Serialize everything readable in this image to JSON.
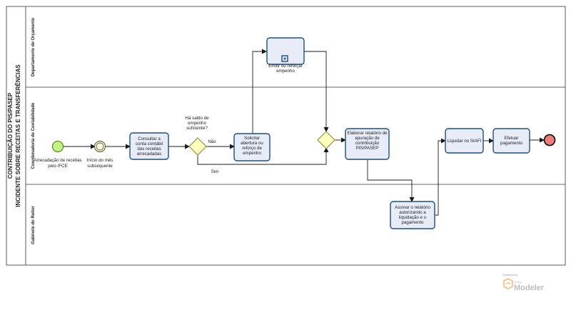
{
  "pool": {
    "title_line1": "CONTRIBUIÇÃO DO PIS/PASEP",
    "title_line2": "INCIDENTE SOBRE RECEITAS E TRANSFERÊNCIAS"
  },
  "lanes": [
    "Departamento de Orçamento",
    "Coordenadoria de Contabilidade",
    "Gabinete do Reitor"
  ],
  "events": {
    "start": [
      "Arrecadação de receitas",
      "pelo IFCE"
    ],
    "timer": [
      "Início do mês",
      "subsequente"
    ]
  },
  "tasks": {
    "consultar": [
      "Consultar a",
      "conta contábil",
      "das receitas",
      "arrecadadas"
    ],
    "solicitar": [
      "Solicitar",
      "abertura ou",
      "reforço de",
      "empenho"
    ],
    "emitir": [
      "Emitir ou reforçar",
      "empenho"
    ],
    "elaborar": [
      "Elaborar relatório de",
      "apuração de",
      "contribuição",
      "PIS/PASEP"
    ],
    "assinar": [
      "Assinar o relatório",
      "autorizando a",
      "liquidação e o",
      "pagamento"
    ],
    "liquidar": [
      "Liquidar no SIAFI"
    ],
    "efetuar": [
      "Efetuar",
      "pagamento"
    ]
  },
  "gateway": {
    "question": [
      "Há saldo de",
      "empenho",
      "suficiente?"
    ],
    "no": "Não",
    "yes": "Sim"
  },
  "watermark": {
    "powered": "Powered by",
    "brand_small": "bizagi",
    "brand": "Modeler"
  },
  "colors": {
    "task_fill": "#e8ecf8",
    "task_stroke": "#1f4e79",
    "start_fill": "#c8f08a",
    "end_fill": "#f07c7c",
    "gateway_fill": "#ffffc0",
    "watermark": "#f6b26b"
  }
}
